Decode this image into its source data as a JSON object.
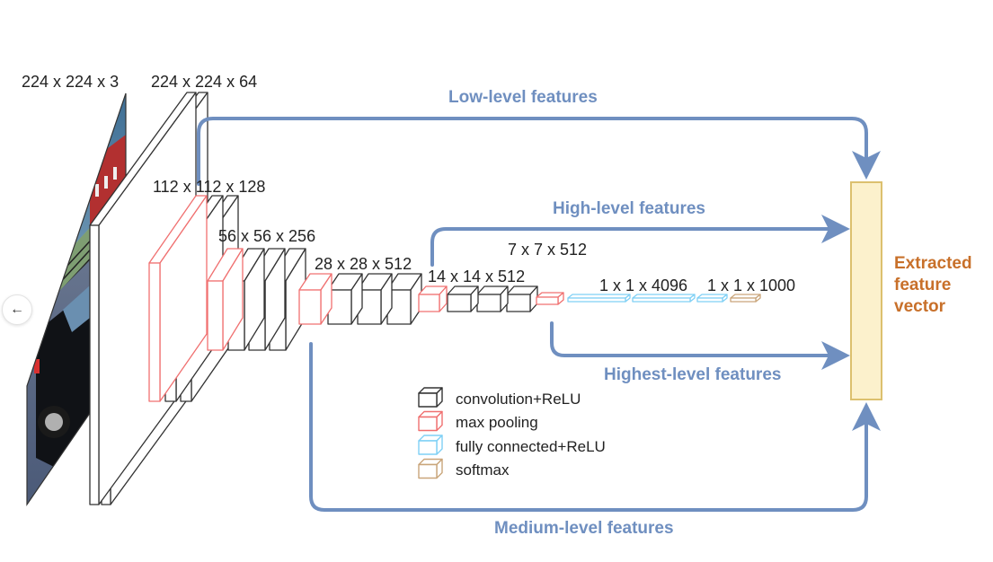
{
  "title": "VGG16 feature extraction diagram",
  "colors": {
    "conv": "#333333",
    "pool": "#f07070",
    "fc": "#7fd0f5",
    "softmax": "#c9a57a",
    "flow": "#6f8fc0",
    "feature_box_fill": "#fcf1cc",
    "feature_box_stroke": "#dcc06e",
    "output_label": "#c8702a"
  },
  "input": {
    "label": "224 x 224 x 3",
    "image_description": "photo of a black car in front of a red barn"
  },
  "dimension_labels": {
    "d224x64": "224 x 224 x 64",
    "d112": "112 x 112 x 128",
    "d56": "56 x 56 x 256",
    "d28": "28 x 28 x 512",
    "d14": "14 x 14 x 512",
    "d7": "7 x 7 x 512",
    "d4096": "1 x 1 x 4096",
    "d1000": "1 x 1 x 1000"
  },
  "layers": [
    {
      "block": "224",
      "type": "conv",
      "count": 2
    },
    {
      "block": "112",
      "type": "pool",
      "count": 1
    },
    {
      "block": "112",
      "type": "conv",
      "count": 2
    },
    {
      "block": "56",
      "type": "pool",
      "count": 1
    },
    {
      "block": "56",
      "type": "conv",
      "count": 3
    },
    {
      "block": "28",
      "type": "pool",
      "count": 1
    },
    {
      "block": "28",
      "type": "conv",
      "count": 3
    },
    {
      "block": "14",
      "type": "pool",
      "count": 1
    },
    {
      "block": "14",
      "type": "conv",
      "count": 3
    },
    {
      "block": "7",
      "type": "pool",
      "count": 1
    },
    {
      "block": "fc",
      "type": "fc",
      "count": 3
    },
    {
      "block": "out",
      "type": "softmax",
      "count": 1
    }
  ],
  "flows": {
    "low": "Low-level features",
    "high": "High-level features",
    "highest": "Highest-level features",
    "medium": "Medium-level features"
  },
  "output": {
    "line1": "Extracted",
    "line2": "feature",
    "line3": "vector"
  },
  "legend": [
    {
      "key": "conv",
      "label": "convolution+ReLU"
    },
    {
      "key": "pool",
      "label": "max pooling"
    },
    {
      "key": "fc",
      "label": "fully connected+ReLU"
    },
    {
      "key": "softmax",
      "label": "softmax"
    }
  ],
  "nav": {
    "back_icon": "arrow-left-icon",
    "back_glyph": "←"
  }
}
